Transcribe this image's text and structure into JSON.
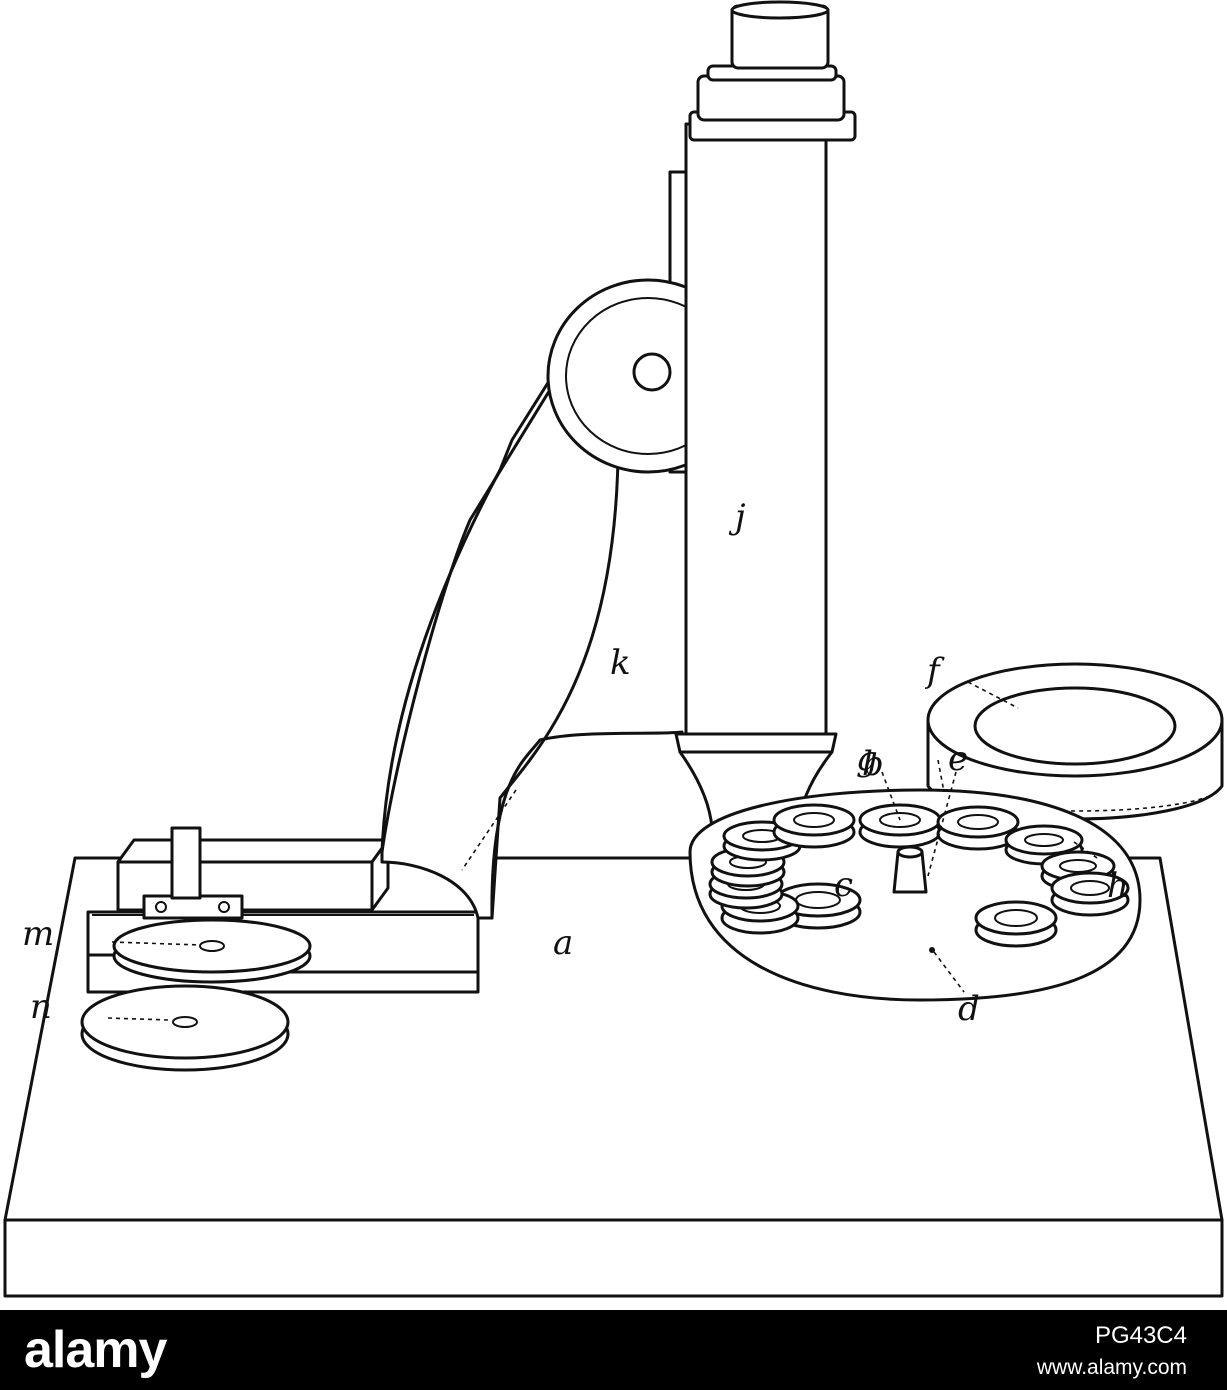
{
  "labels": {
    "a": "a",
    "b": "b",
    "c": "c",
    "d": "d",
    "e": "e",
    "f": "f",
    "g": "g",
    "h": "h",
    "j": "j",
    "k": "k",
    "m": "m",
    "n": "n"
  },
  "footer": {
    "brand": "alamy",
    "image_id": "PG43C4",
    "url": "www.alamy.com"
  },
  "colors": {
    "ink": "#111111",
    "paper": "#ffffff",
    "footer": "#000000"
  }
}
